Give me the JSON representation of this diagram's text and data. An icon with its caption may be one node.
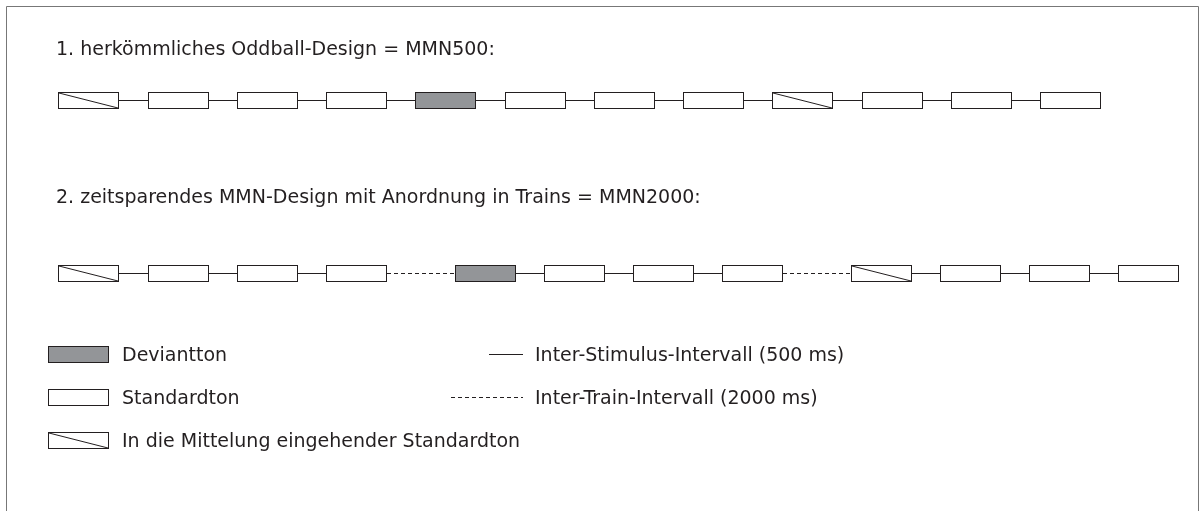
{
  "diagram": {
    "nodes": [
      {
        "text": [],
        "shape": "box"
      },
      {
        "text": [],
        "shape": "box"
      },
      {
        "text": [],
        "shape": "box"
      },
      {
        "text": [],
        "shape": "box"
      },
      {
        "text": [],
        "shape": "box"
      },
      {
        "text": [],
        "shape": "box"
      },
      {
        "text": [],
        "shape": "box"
      },
      {
        "text": [],
        "shape": "box"
      },
      {
        "text": [],
        "shape": "box"
      },
      {
        "text": [],
        "shape": "box"
      },
      {
        "text": [],
        "shape": "box"
      },
      {
        "text": [],
        "shape": "box"
      },
      {
        "text": [],
        "shape": "box"
      },
      {
        "text": [],
        "shape": "box"
      },
      {
        "text": [],
        "shape": "box"
      },
      {
        "text": [],
        "shape": "box"
      },
      {
        "text": [],
        "shape": "box"
      },
      {
        "text": [],
        "shape": "box"
      },
      {
        "text": [],
        "shape": "box"
      },
      {
        "text": [],
        "shape": "box"
      },
      {
        "text": [],
        "shape": "box"
      },
      {
        "text": [],
        "shape": "box"
      },
      {
        "text": [],
        "shape": "box"
      },
      {
        "text": [],
        "shape": "box"
      }
    ],
    "edges": [
      {
        "from": 0,
        "to": 1,
        "arrow": "none"
      },
      {
        "from": 1,
        "to": 2,
        "arrow": "none"
      },
      {
        "from": 2,
        "to": 3,
        "arrow": "none"
      },
      {
        "from": 3,
        "to": 4,
        "arrow": "none"
      },
      {
        "from": 4,
        "to": 5,
        "arrow": "none"
      },
      {
        "from": 5,
        "to": 6,
        "arrow": "none"
      },
      {
        "from": 6,
        "to": 7,
        "arrow": "none"
      },
      {
        "from": 7,
        "to": 8,
        "arrow": "none"
      },
      {
        "from": 8,
        "to": 9,
        "arrow": "none"
      },
      {
        "from": 9,
        "to": 10,
        "arrow": "none"
      },
      {
        "from": 10,
        "to": 11,
        "arrow": "none"
      },
      {
        "from": 12,
        "to": 13,
        "arrow": "none"
      },
      {
        "from": 13,
        "to": 14,
        "arrow": "none"
      },
      {
        "from": 14,
        "to": 15,
        "arrow": "none"
      },
      {
        "from": 15,
        "to": 16,
        "arrow": "none",
        "style": "dashed"
      },
      {
        "from": 16,
        "to": 17,
        "arrow": "none"
      },
      {
        "from": 17,
        "to": 18,
        "arrow": "none"
      },
      {
        "from": 18,
        "to": 19,
        "arrow": "none"
      },
      {
        "from": 19,
        "to": 20,
        "arrow": "none",
        "style": "dashed"
      },
      {
        "from": 20,
        "to": 21,
        "arrow": "none"
      },
      {
        "from": 21,
        "to": 22,
        "arrow": "none"
      },
      {
        "from": 22,
        "to": 23,
        "arrow": "none"
      }
    ],
    "labels": [
      "1. herkömmliches Oddball-Design = MMN500:",
      "2. zeitsparendes MMN-Design mit Anordnung in Trains = MMN2000:"
    ],
    "legend": [
      {
        "text": "Deviantton",
        "color": "#939598"
      },
      {
        "text": "Standardton",
        "color": "#ffffff"
      },
      {
        "text": "In die Mittelung eingehender Standardton"
      },
      {
        "text": "Inter-Stimulus-Intervall (500 ms)"
      },
      {
        "text": "Inter-Train-Intervall (2000 ms)"
      }
    ]
  }
}
